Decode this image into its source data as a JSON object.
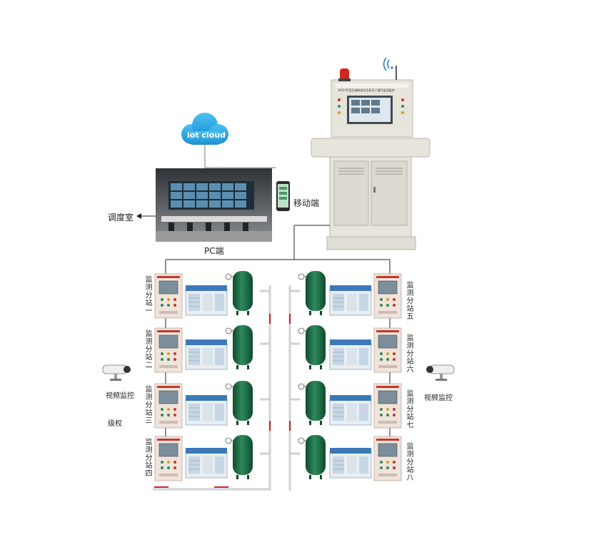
{
  "cloud": {
    "label": "lot cloud"
  },
  "console": {
    "title_plate": "KYG-PC型压缩机组空压机无人值守监测监控"
  },
  "pc": {
    "label": "PC端",
    "dispatch_label": "调度室"
  },
  "mobile": {
    "label": "移动端"
  },
  "substations": [
    {
      "label": "监测分站一"
    },
    {
      "label": "监测分站二"
    },
    {
      "label": "监测分站三"
    },
    {
      "label": "监测分站四"
    },
    {
      "label": "监测分站五"
    },
    {
      "label": "监测分站六"
    },
    {
      "label": "监测分站七"
    },
    {
      "label": "监测分站八"
    }
  ],
  "cameras": [
    {
      "label": "视频监控"
    },
    {
      "label": "视频监控"
    }
  ],
  "level_label": "级权",
  "colors": {
    "cloud": "#29a9e0",
    "tank": "#1f6b45",
    "cabinet": "#efe3dc",
    "console": "#e7e4dc",
    "alarm": "#d4241c",
    "line": "#222222",
    "pipe": "#cfd2d4"
  }
}
